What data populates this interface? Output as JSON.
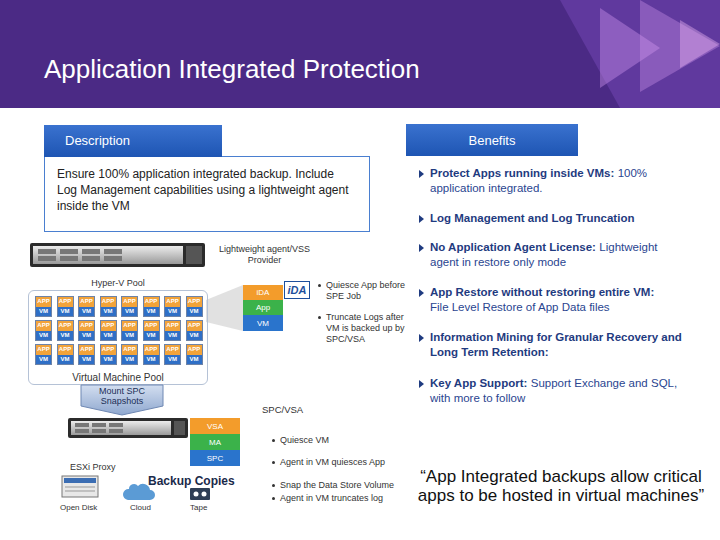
{
  "diagram": {
    "title": "Application Integrated Protection",
    "nodes": [
      {
        "text": [
          "Description",
          "Ensure 100% application integrated backup. Include Log Management capabilities using a lightweight agent inside the VM"
        ]
      },
      {
        "text": [
          "Benefits"
        ]
      },
      {
        "text": [
          "Hyper-V Pool"
        ]
      },
      {
        "text": [
          "Virtual Machine Pool"
        ]
      },
      {
        "text": [
          "APP",
          "VM"
        ],
        "in": 3
      },
      {
        "text": [
          "APP",
          "VM"
        ],
        "in": 3
      },
      {
        "text": [
          "APP",
          "VM"
        ],
        "in": 3
      },
      {
        "text": [
          "APP",
          "VM"
        ],
        "in": 3
      },
      {
        "text": [
          "APP",
          "VM"
        ],
        "in": 3
      },
      {
        "text": [
          "APP",
          "VM"
        ],
        "in": 3
      },
      {
        "text": [
          "APP",
          "VM"
        ],
        "in": 3
      },
      {
        "text": [
          "APP",
          "VM"
        ],
        "in": 3
      },
      {
        "text": [
          "APP",
          "VM"
        ],
        "in": 3
      },
      {
        "text": [
          "APP",
          "VM"
        ],
        "in": 3
      },
      {
        "text": [
          "APP",
          "VM"
        ],
        "in": 3
      },
      {
        "text": [
          "APP",
          "VM"
        ],
        "in": 3
      },
      {
        "text": [
          "APP",
          "VM"
        ],
        "in": 3
      },
      {
        "text": [
          "APP",
          "VM"
        ],
        "in": 3
      },
      {
        "text": [
          "APP",
          "VM"
        ],
        "in": 3
      },
      {
        "text": [
          "APP",
          "VM"
        ],
        "in": 3
      },
      {
        "text": [
          "APP",
          "VM"
        ],
        "in": 3
      },
      {
        "text": [
          "APP",
          "VM"
        ],
        "in": 3
      },
      {
        "text": [
          "APP",
          "VM"
        ],
        "in": 3
      },
      {
        "text": [
          "APP",
          "VM"
        ],
        "in": 3
      },
      {
        "text": [
          "APP",
          "VM"
        ],
        "in": 3
      },
      {
        "text": [
          "APP",
          "VM"
        ],
        "in": 3
      },
      {
        "text": [
          "APP",
          "VM"
        ],
        "in": 3
      },
      {
        "text": [
          "APP",
          "VM"
        ],
        "in": 3
      },
      {
        "text": [
          "iDA"
        ]
      },
      {
        "text": [
          "App"
        ]
      },
      {
        "text": [
          "VM"
        ]
      },
      {
        "text": [
          "iDA"
        ]
      },
      {
        "text": [
          "Mount SPC Snapshots"
        ]
      },
      {
        "text": [
          "ESXi Proxy"
        ]
      },
      {
        "text": [
          "VSA"
        ]
      },
      {
        "text": [
          "MA"
        ]
      },
      {
        "text": [
          "SPC"
        ]
      }
    ],
    "labels": [
      "Protect Apps running inside VMs:",
      "100% application integrated.",
      "Log Management and Log Truncation",
      "No Application Agent License:",
      "Lightweight agent in restore only mode",
      "App Restore without restoring entire VM:",
      "File Level Restore of App Data files",
      "Information Mining for Granular Recovery and Long Term Retention:",
      "Key App Support:",
      "Support Exchange and SQL, with more to follow",
      "Lightweight agent/VSS Provider",
      "Quiesce App before SPE Job",
      "Truncate Logs after VM is backed up by SPC/VSA",
      "SPC/VSA",
      "Quiesce VM",
      "Agent in VM quiesces App",
      "Snap the Data Store Volume",
      "Agent in VM truncates log",
      "Backup Copies",
      "Open Disk",
      "Cloud",
      "Tape",
      "“App Integrated backups allow critical apps to be hosted in virtual machines”"
    ]
  }
}
